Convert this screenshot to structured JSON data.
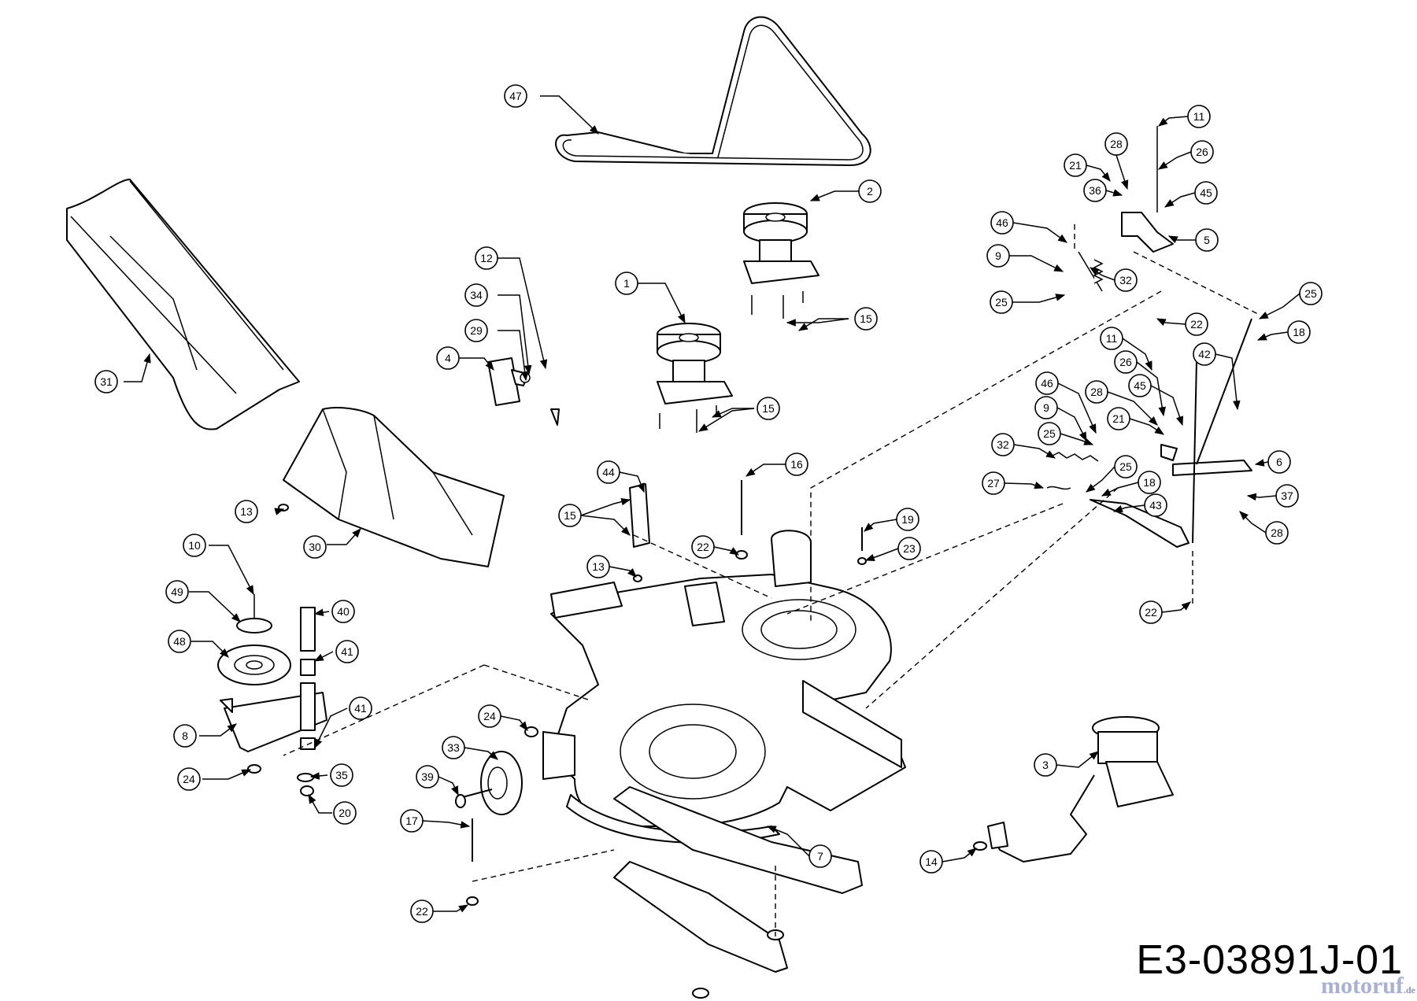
{
  "drawing_code": "E3-03891J-01",
  "watermark": {
    "brand": "motoruf",
    "suffix": ".de"
  },
  "colors": {
    "line": "#000000",
    "background": "#ffffff",
    "watermark": "#a8b0d6"
  },
  "callouts": [
    "47",
    "2",
    "1",
    "12",
    "34",
    "29",
    "4",
    "31",
    "30",
    "13",
    "15",
    "15",
    "10",
    "49",
    "48",
    "8",
    "24",
    "40",
    "41",
    "41",
    "35",
    "20",
    "11",
    "28",
    "26",
    "21",
    "36",
    "45",
    "46",
    "5",
    "9",
    "32",
    "25",
    "22",
    "25",
    "18",
    "42",
    "11",
    "26",
    "45",
    "28",
    "46",
    "21",
    "9",
    "25",
    "32",
    "6",
    "25",
    "27",
    "18",
    "37",
    "43",
    "28",
    "16",
    "44",
    "15",
    "13",
    "22",
    "19",
    "23",
    "22",
    "24",
    "33",
    "39",
    "17",
    "22",
    "7",
    "3",
    "14"
  ]
}
